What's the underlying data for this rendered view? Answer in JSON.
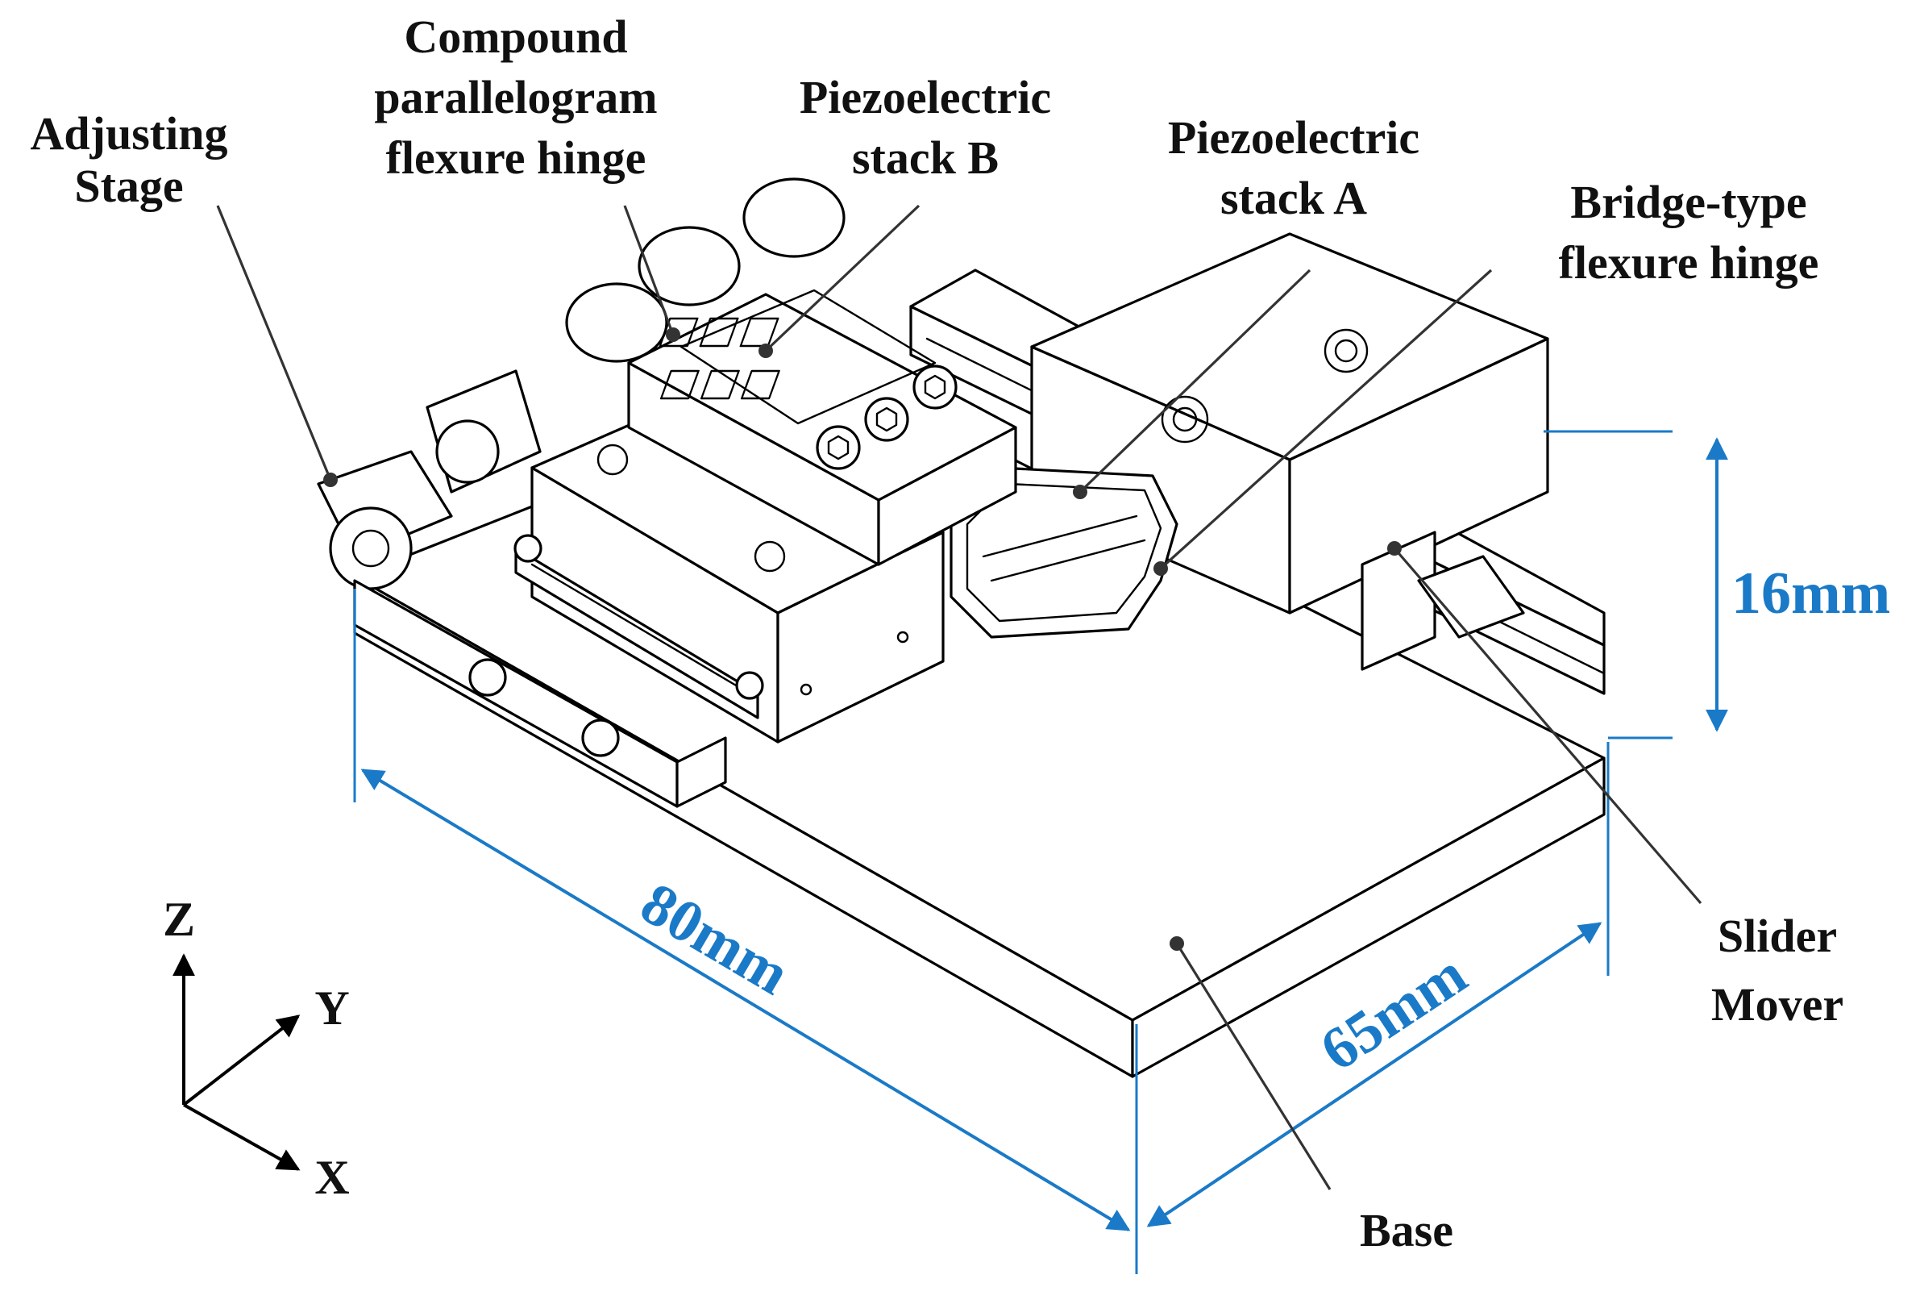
{
  "labels": {
    "adjusting_stage": [
      "Adjusting",
      "Stage"
    ],
    "compound_hinge": [
      "Compound",
      "parallelogram",
      "flexure hinge"
    ],
    "stack_b": [
      "Piezoelectric",
      "stack B"
    ],
    "stack_a": [
      "Piezoelectric",
      "stack A"
    ],
    "bridge_hinge": [
      "Bridge-type",
      "flexure hinge"
    ],
    "slider_mover": [
      "Slider",
      "Mover"
    ],
    "base": [
      "Base"
    ]
  },
  "dimensions": {
    "height": "16mm",
    "length": "80mm",
    "width": "65mm"
  },
  "axes": {
    "z": "Z",
    "y": "Y",
    "x": "X"
  },
  "colors": {
    "dimension": "#1a7ac7",
    "line": "#000000",
    "leader": "#333333"
  }
}
